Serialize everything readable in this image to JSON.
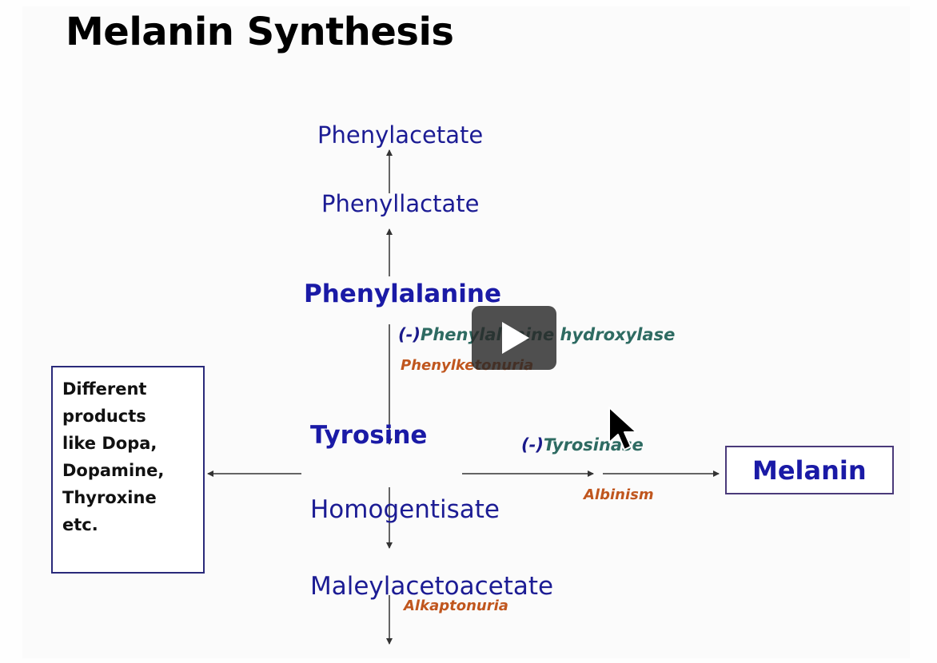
{
  "title": "Melanin Synthesis",
  "compounds": {
    "phenylacetate": "Phenylacetate",
    "phenyllactate": "Phenyllactate",
    "phenylalanine": "Phenylalanine",
    "tyrosine": "Tyrosine",
    "homogentisate": "Homogentisate",
    "maleylacetoacetate": "Maleylacetoacetate"
  },
  "enzymes": {
    "phenylalanine_hydroxylase": {
      "inhibition": "(-)",
      "name": "Phenylalanine hydroxylase"
    },
    "tyrosinase": {
      "inhibition": "(-)",
      "name": "Tyrosinase"
    }
  },
  "diseases": {
    "phenylketonuria": "Phenylketonuria",
    "albinism": "Albinism",
    "alkaptonuria": "Alkaptonuria"
  },
  "products_box": {
    "lines": [
      "Different",
      "products",
      "like Dopa,",
      "Dopamine,",
      "Thyroxine",
      "etc."
    ]
  },
  "melanin_box": {
    "label": "Melanin"
  },
  "colors": {
    "compound": "#1c1c94",
    "compound_bold": "#1a1aa6",
    "enzyme": "#2e6b62",
    "disease": "#c0561e",
    "arrow": "#333333"
  },
  "icons": {
    "play": "play-icon",
    "cursor": "mouse-pointer-icon"
  }
}
